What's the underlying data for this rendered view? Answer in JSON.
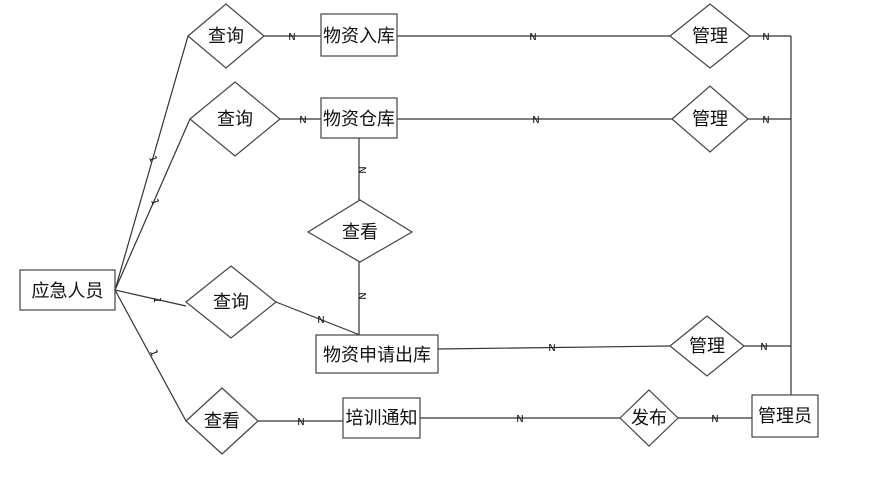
{
  "entities": {
    "emergency_staff": "应急人员",
    "inbound": "物资入库",
    "warehouse": "物资仓库",
    "outbound_request": "物资申请出库",
    "training_notice": "培训通知",
    "admin": "管理员"
  },
  "relations": {
    "query_inbound": "查询",
    "query_warehouse": "查询",
    "query_outbound": "查询",
    "view_training": "查看",
    "view_between": "查看",
    "manage_inbound": "管理",
    "manage_warehouse": "管理",
    "manage_outbound": "管理",
    "publish": "发布"
  },
  "cardinality": {
    "one": "1",
    "many": "N"
  }
}
